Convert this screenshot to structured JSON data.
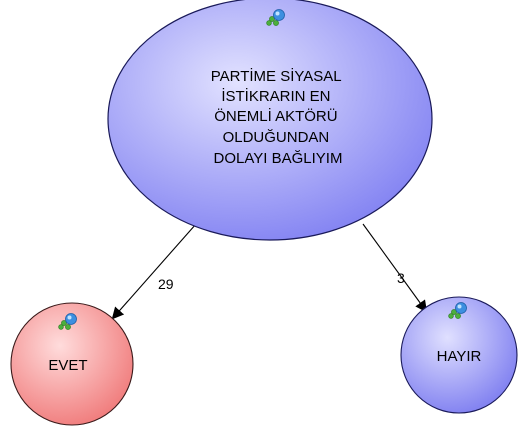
{
  "diagram": {
    "root": {
      "lines": [
        "PARTİME SİYASAL",
        "İSTİKRARIN EN",
        "ÖNEMLİ AKTÖRÜ",
        "OLDUĞUNDAN",
        "DOLAYI BAĞLIYIM"
      ],
      "icon": "node-globe-icon",
      "fill_light": "#d8d8ff",
      "fill_dark": "#7b7bf0"
    },
    "children": [
      {
        "label": "EVET",
        "edge_label": "29",
        "icon": "node-globe-icon",
        "fill_light": "#ffd6d6",
        "fill_dark": "#f07878"
      },
      {
        "label": "HAYIR",
        "edge_label": "3",
        "icon": "node-globe-icon",
        "fill_light": "#dcdcff",
        "fill_dark": "#7c7cf0"
      }
    ]
  }
}
